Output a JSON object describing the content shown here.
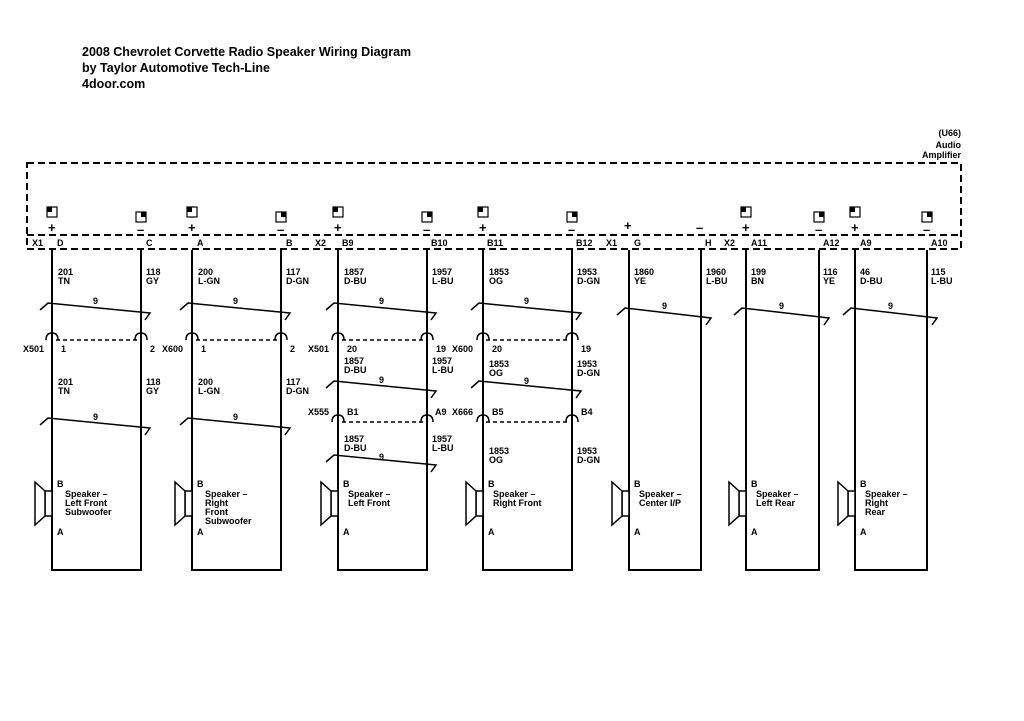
{
  "header": {
    "title": "2008 Chevrolet Corvette Radio Speaker Wiring Diagram",
    "subtitle": "by Taylor Automotive Tech-Line",
    "site": "4door.com"
  },
  "amplifier": {
    "code": "(U66)",
    "line1": "Audio",
    "line2": "Amplifier"
  },
  "connectors": {
    "x1": "X1",
    "x2": "X2",
    "x501": "X501",
    "x600": "X600",
    "x555": "X555",
    "x666": "X666"
  },
  "twist": "9",
  "pins": {
    "D": "D",
    "C": "C",
    "A": "A",
    "B": "B",
    "B9": "B9",
    "B10": "B10",
    "B11": "B11",
    "B12": "B12",
    "G": "G",
    "H": "H",
    "A11": "A11",
    "A12": "A12",
    "A9": "A9",
    "A10": "A10",
    "p1": "1",
    "p2": "2",
    "p20": "20",
    "p19": "19",
    "B1": "B1",
    "B5": "B5",
    "B4": "B4"
  },
  "wires": {
    "w201": "201",
    "TN": "TN",
    "w118": "118",
    "GY": "GY",
    "w200": "200",
    "LGN": "L-GN",
    "w117": "117",
    "DGN": "D-GN",
    "w1857": "1857",
    "DBU": "D-BU",
    "w1957": "1957",
    "LBU": "L-BU",
    "w1853": "1853",
    "OG": "OG",
    "w1953": "1953",
    "w1860": "1860",
    "YE": "YE",
    "w1960": "1960",
    "w199": "199",
    "BN": "BN",
    "w116": "116",
    "w46": "46",
    "w115": "115"
  },
  "speakers": {
    "term_b": "B",
    "term_a": "A",
    "lfs": [
      "Speaker –",
      "Left Front",
      "Subwoofer"
    ],
    "rfs": [
      "Speaker –",
      "Right",
      "Front",
      "Subwoofer"
    ],
    "lf": [
      "Speaker –",
      "Left Front"
    ],
    "rf": [
      "Speaker –",
      "Right Front"
    ],
    "cip": [
      "Speaker –",
      "Center I/P"
    ],
    "lr": [
      "Speaker –",
      "Left Rear"
    ],
    "rr": [
      "Speaker –",
      "Right",
      "Rear"
    ]
  },
  "signs": {
    "plus": "+",
    "minus": "–"
  },
  "icons": {
    "twisted_pair": "twisted-pair-icon",
    "ground": "signal-ground-icon",
    "speaker": "speaker-icon"
  }
}
